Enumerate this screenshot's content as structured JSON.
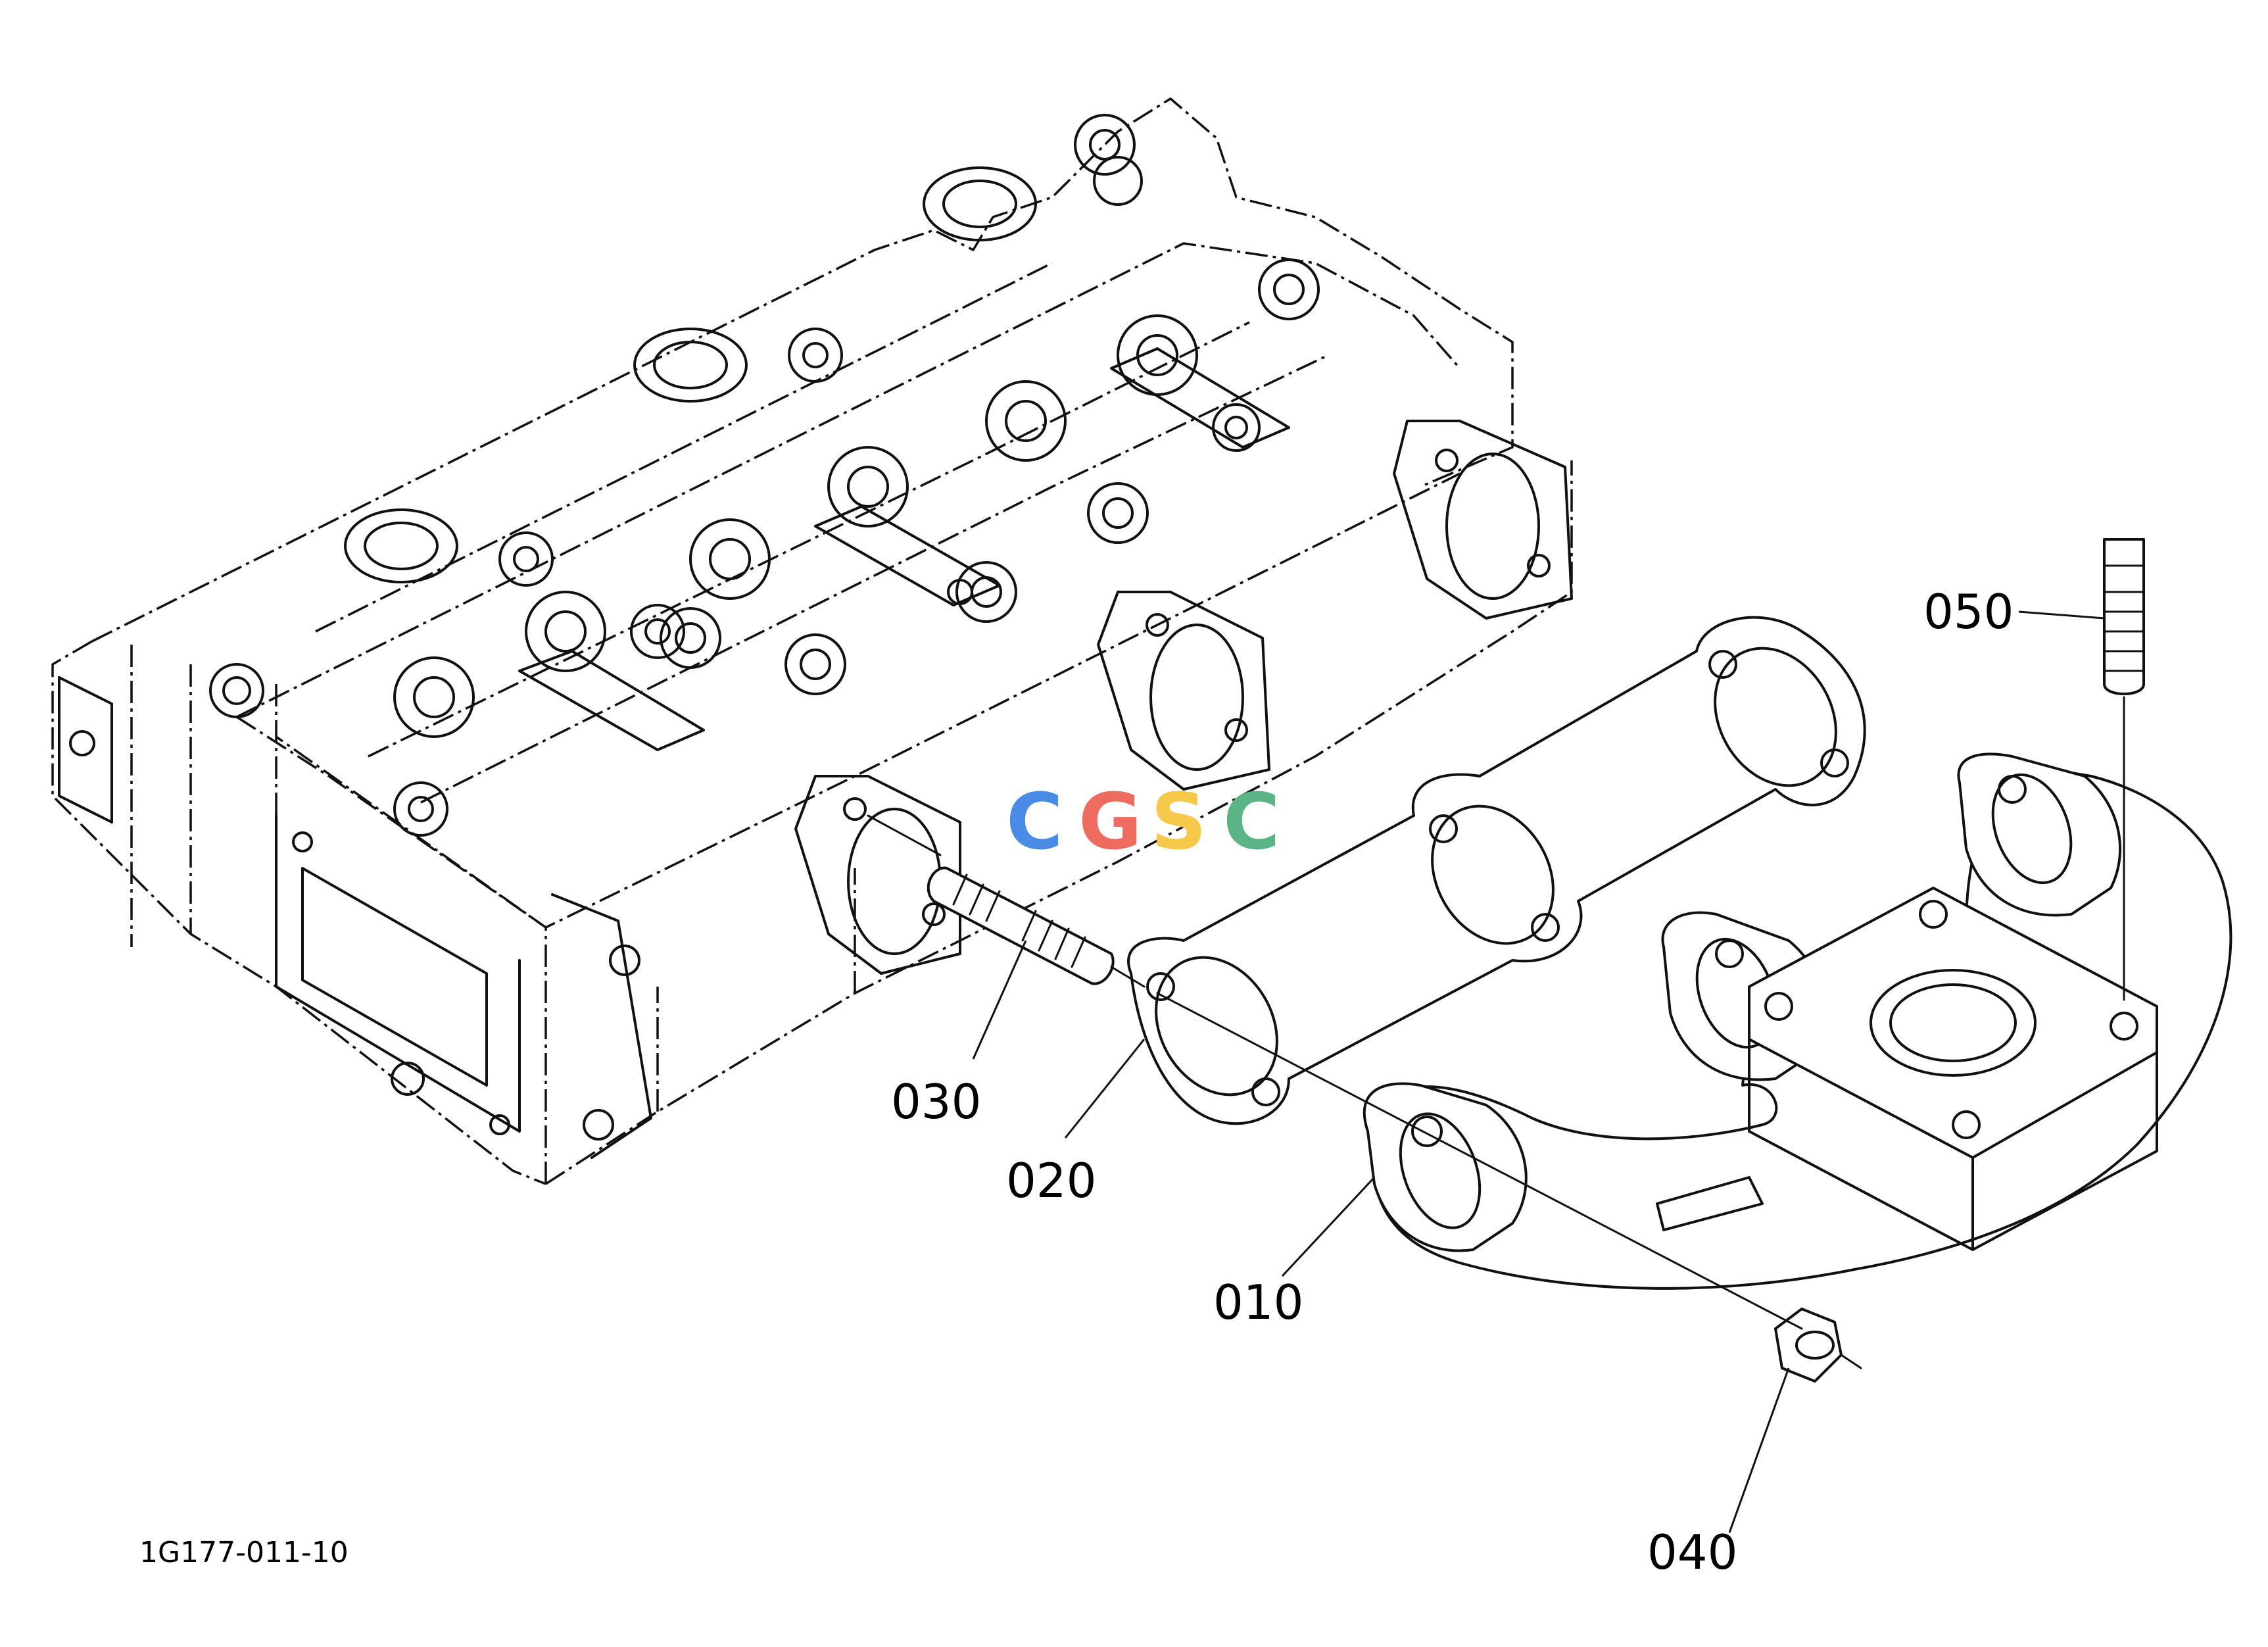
{
  "diagram": {
    "drawing_code": "1G177-011-10",
    "watermark": {
      "letters": [
        "C",
        "G",
        "S",
        "C"
      ],
      "colors": [
        "#4a8be8",
        "#ee6b5f",
        "#f6c94a",
        "#5ab486"
      ]
    },
    "callouts": [
      {
        "id": "p010",
        "label": "010"
      },
      {
        "id": "p020",
        "label": "020"
      },
      {
        "id": "p030",
        "label": "030"
      },
      {
        "id": "p040",
        "label": "040"
      },
      {
        "id": "p050",
        "label": "050"
      }
    ]
  }
}
